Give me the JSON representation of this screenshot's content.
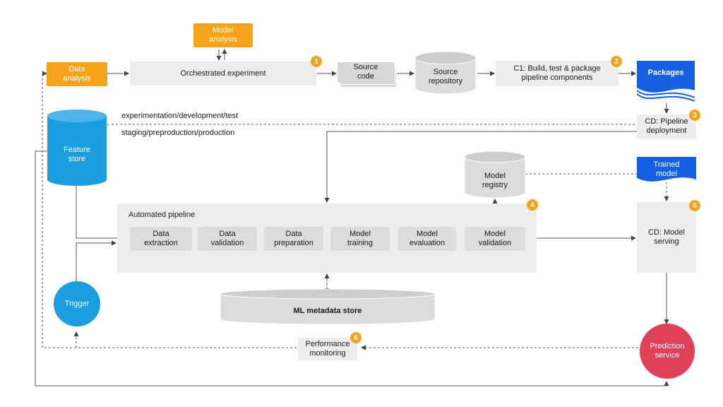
{
  "nodes": {
    "model_analysis": "Model\nanalysis",
    "data_analysis": "Data\nanalysis",
    "orchestrated_experiment": "Orchestrated experiment",
    "source_code": "Source\ncode",
    "source_repository": "Source\nrepository",
    "build_test_package": "C1: Build, test & package\npipeline components",
    "packages": "Packages",
    "cd_pipeline_deployment": "CD: Pipeline\ndeployment",
    "feature_store": "Feature\nstore",
    "model_registry": "Model\nregistry",
    "trained_model": "Trained\nmodel",
    "automated_pipeline": "Automated pipeline",
    "cd_model_serving": "CD: Model\nserving",
    "trigger": "Trigger",
    "ml_metadata_store": "ML metadata store",
    "performance_monitoring": "Performance\nmonitoring",
    "prediction_service": "Prediction\nservice"
  },
  "pipeline_steps": [
    "Data\nextraction",
    "Data\nvalidation",
    "Data\npreparation",
    "Model\ntraining",
    "Model\nevaluation",
    "Model\nvalidation"
  ],
  "environment_labels": {
    "top": "experimentation/development/test",
    "bottom": "staging/preproduction/production"
  },
  "badges": [
    "1",
    "2",
    "3",
    "4",
    "5",
    "6"
  ],
  "colors": {
    "orange": "#f6a31a",
    "blue": "#1a9ee0",
    "deep_blue": "#1560e0",
    "red": "#e0405a",
    "gray_box": "#ededed",
    "gray_step": "#dcdcdc"
  }
}
